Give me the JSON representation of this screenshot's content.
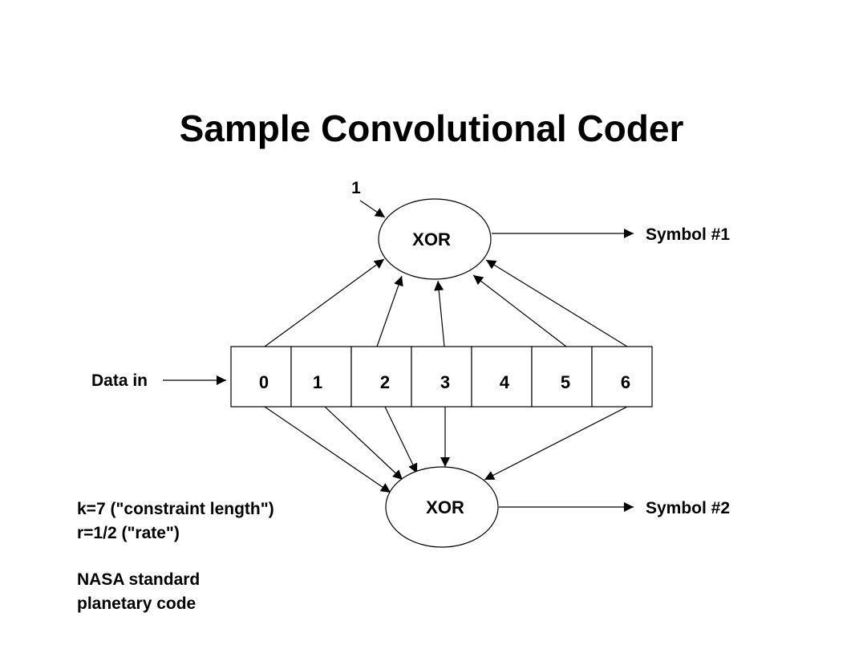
{
  "title": "Sample Convolutional Coder",
  "constant_input": "1",
  "data_in_label": "Data in",
  "xor_top": {
    "label": "XOR",
    "output": "Symbol #1"
  },
  "xor_bottom": {
    "label": "XOR",
    "output": "Symbol #2"
  },
  "register_cells": [
    "0",
    "1",
    "2",
    "3",
    "4",
    "5",
    "6"
  ],
  "taps_top": [
    0,
    2,
    3,
    5,
    6
  ],
  "taps_bottom": [
    0,
    1,
    2,
    3,
    6
  ],
  "notes": {
    "k": "k=7 (\"constraint length\")",
    "r": "r=1/2 (\"rate\")",
    "std_line1": "NASA standard",
    "std_line2": "planetary code"
  },
  "colors": {
    "stroke": "#000000",
    "background": "#ffffff"
  }
}
